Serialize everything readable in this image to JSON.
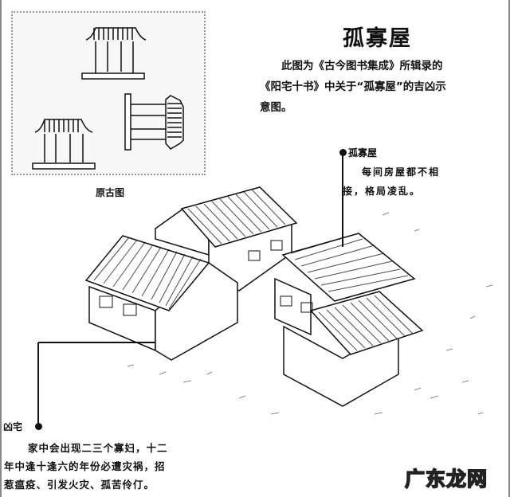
{
  "page": {
    "title": "孤寡屋",
    "intro_lines": [
      "此图为《古今图书集成》所辑录的",
      "《阳宅十书》中关于“孤寡屋”的吉凶示",
      "意图。"
    ]
  },
  "original_figure": {
    "caption": "原古图"
  },
  "annotations": {
    "top": {
      "label": "孤寡屋",
      "desc_lines": [
        "每间房屋都不相",
        "接，格局凌乱。"
      ]
    },
    "bottom": {
      "label": "凶宅",
      "desc_lines": [
        "家中会出现二三个寡妇，十二",
        "年中逢十逢六的年份必遭灾祸，招",
        "惹瘟疫、引发火灾、孤苦伶仃。"
      ]
    }
  },
  "watermark": "广东龙网",
  "colors": {
    "ink": "#111111",
    "paper": "#ffffff",
    "box_bg": "#f7f7f7"
  }
}
